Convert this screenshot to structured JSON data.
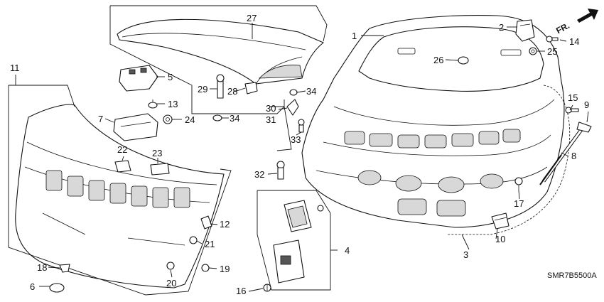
{
  "figure_code": "SMR7B5500A",
  "direction_label": "FR.",
  "callouts": {
    "p1": "1",
    "p2": "2",
    "p3": "3",
    "p4": "4",
    "p5": "5",
    "p6": "6",
    "p7": "7",
    "p8": "8",
    "p9": "9",
    "p10": "10",
    "p11": "11",
    "p12": "12",
    "p13": "13",
    "p14": "14",
    "p15": "15",
    "p16": "16",
    "p17": "17",
    "p18": "18",
    "p19": "19",
    "p20": "20",
    "p21": "21",
    "p22": "22",
    "p23": "23",
    "p24": "24",
    "p25": "25",
    "p26": "26",
    "p27": "27",
    "p28": "28",
    "p29": "29",
    "p30": "30",
    "p31": "31",
    "p32": "32",
    "p33": "33",
    "p34a": "34",
    "p34b": "34"
  }
}
